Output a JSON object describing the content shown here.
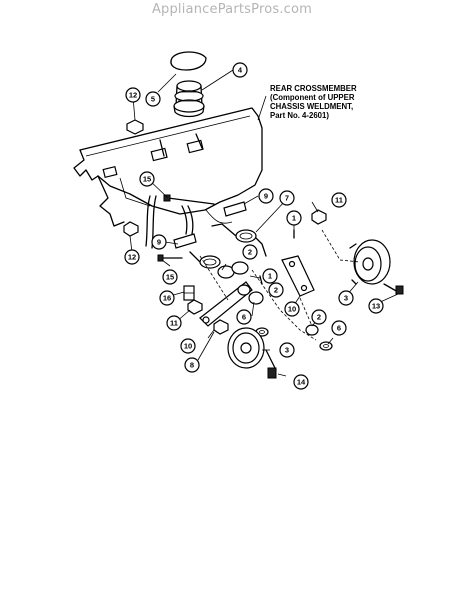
{
  "site": {
    "watermark": "AppliancePartsPros.com"
  },
  "note": {
    "line1": "REAR CROSSMEMBER",
    "line2": "(Component of UPPER",
    "line3": "CHASSIS WELDMENT,",
    "line4": "Part No. 4-2601)"
  },
  "callouts": {
    "c1a": "1",
    "c1b": "1",
    "c2a": "2",
    "c2b": "2",
    "c2c": "2",
    "c3a": "3",
    "c3b": "3",
    "c4": "4",
    "c5": "5",
    "c6a": "6",
    "c6b": "6",
    "c7": "7",
    "c8": "8",
    "c9a": "9",
    "c9b": "9",
    "c10a": "10",
    "c10b": "10",
    "c11a": "11",
    "c11b": "11",
    "c12a": "12",
    "c12b": "12",
    "c13": "13",
    "c14": "14",
    "c15a": "15",
    "c15b": "15",
    "c16": "16"
  }
}
